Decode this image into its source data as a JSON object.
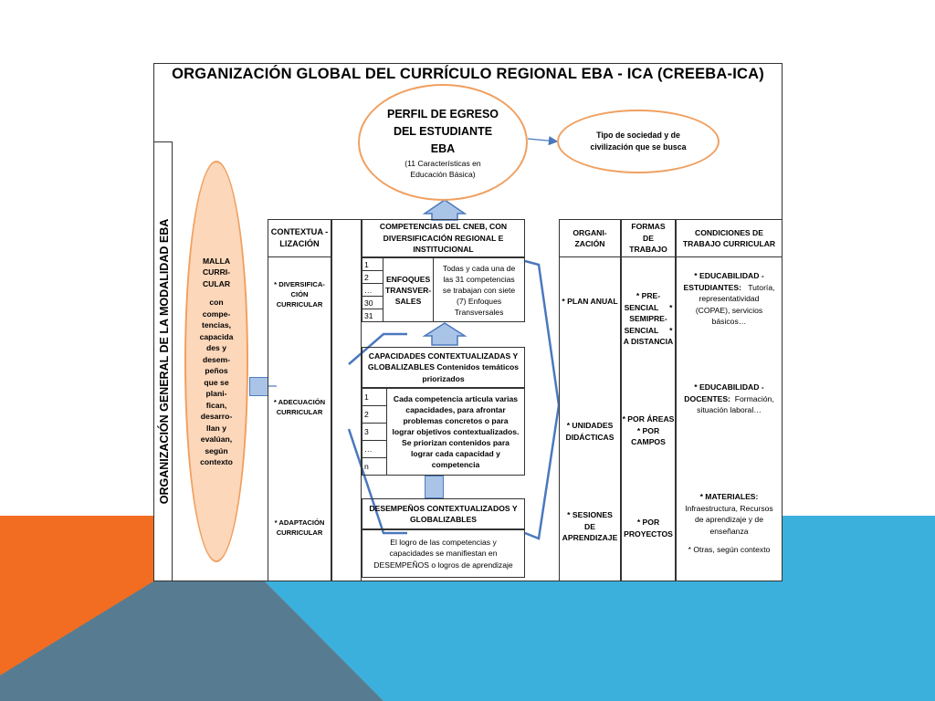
{
  "title": "ORGANIZACIÓN GLOBAL DEL CURRÍCULO REGIONAL EBA - ICA (CREEBA-ICA)",
  "vertical_label": "ORGANIZACIÓN GENERAL DE LA MODALIDAD EBA",
  "perfil": {
    "line1": "PERFIL DE EGRESO",
    "line2": "DEL ESTUDIANTE",
    "line3": "EBA",
    "sub1": "(11 Características en",
    "sub2": "Educación Básica)"
  },
  "tipo": {
    "line1": "Tipo de sociedad y de",
    "line2": "civilización que se busca"
  },
  "malla": {
    "bold_lines": [
      "MALLA",
      "CURRI-",
      "CULAR"
    ],
    "lines": [
      "con",
      "compe-",
      "tencias,",
      "capacida",
      "des y",
      "desem-",
      "peños",
      "que se",
      "plani-",
      "fican,",
      "desarro-",
      "llan y",
      "evalúan,",
      "según",
      "contexto"
    ]
  },
  "contextualizacion": {
    "header": [
      "CONTEXTUA -",
      "LIZACIÓN"
    ],
    "item1": [
      "* DIVERSIFICA-",
      "CIÓN",
      "CURRICULAR"
    ],
    "item2": [
      "* ADECUACIÓN",
      "CURRICULAR"
    ],
    "item3": [
      "* ADAPTACIÓN",
      "CURRICULAR"
    ]
  },
  "competencias": {
    "header": [
      "COMPETENCIAS DEL CNEB, CON",
      "DIVERSIFICACIÓN REGIONAL E",
      "INSTITUCIONAL"
    ],
    "numbers": [
      "1",
      "2",
      "…",
      "30",
      "31"
    ],
    "enfoques": [
      "ENFOQUES",
      "TRANSVER-",
      "SALES"
    ],
    "desc": [
      "Todas y cada una de",
      "las 31 competencias",
      "se trabajan con siete",
      "(7) Enfoques",
      "Transversales"
    ]
  },
  "capacidades": {
    "header": [
      "CAPACIDADES CONTEXTUALIZADAS Y",
      "GLOBALIZABLES Contenidos temáticos",
      "priorizados"
    ],
    "numbers": [
      "1",
      "2",
      "3",
      "…",
      "n"
    ],
    "desc_bold": [
      "Cada competencia articula varias",
      "capacidades, para afrontar",
      "problemas concretos o para",
      "lograr objetivos contextualizados."
    ],
    "desc": [
      "Se priorizan contenidos para",
      "lograr cada capacidad y",
      "competencia"
    ]
  },
  "desempenos": {
    "header": [
      "DESEMPEÑOS CONTEXTUALIZADOS Y",
      "GLOBALIZABLES"
    ],
    "body": [
      "El logro de las competencias y",
      "capacidades  se manifiestan en",
      "DESEMPEÑOS o logros de aprendizaje"
    ]
  },
  "organizacion": {
    "header": [
      "ORGANI-",
      "ZACIÓN"
    ],
    "item1": [
      "* PLAN ANUAL"
    ],
    "item2": [
      "* UNIDADES",
      "DIDÁCTICAS"
    ],
    "item3": [
      "* SESIONES",
      "DE",
      "APRENDIZAJE"
    ]
  },
  "formas": {
    "header": [
      "FORMAS",
      "DE",
      "TRABAJO"
    ],
    "item1": [
      "* PRE-",
      "SENCIAL     *",
      "SEMIPRE-",
      "SENCIAL     *",
      "A DISTANCIA"
    ],
    "item2": [
      "* POR ÁREAS",
      "* POR",
      "CAMPOS"
    ],
    "item3": [
      "* POR",
      "PROYECTOS"
    ]
  },
  "condiciones": {
    "header": [
      "CONDICIONES DE",
      "TRABAJO CURRICULAR"
    ],
    "item1_bold": [
      "* EDUCABILIDAD -",
      "ESTUDIANTES:"
    ],
    "item1_rest": [
      "Tutoría,",
      "representatividad",
      "(COPAE), servicios",
      "básicos…"
    ],
    "item2_bold": [
      "* EDUCABILIDAD -",
      "DOCENTES:"
    ],
    "item2_rest": [
      "Formación,",
      "situación laboral…"
    ],
    "item3_bold": [
      "* MATERIALES:"
    ],
    "item3_rest": [
      "Infraestructura, Recursos",
      "de aprendizaje y de",
      "enseñanza"
    ],
    "item4": [
      "* Otras, según contexto"
    ]
  },
  "colors": {
    "orange": "#f26d21",
    "blue": "#3bb0dc",
    "steel": "#3c7fa6",
    "oval_border": "#f0a060",
    "arrow": "#4a78be",
    "malla_fill": "#fcd7ba"
  }
}
